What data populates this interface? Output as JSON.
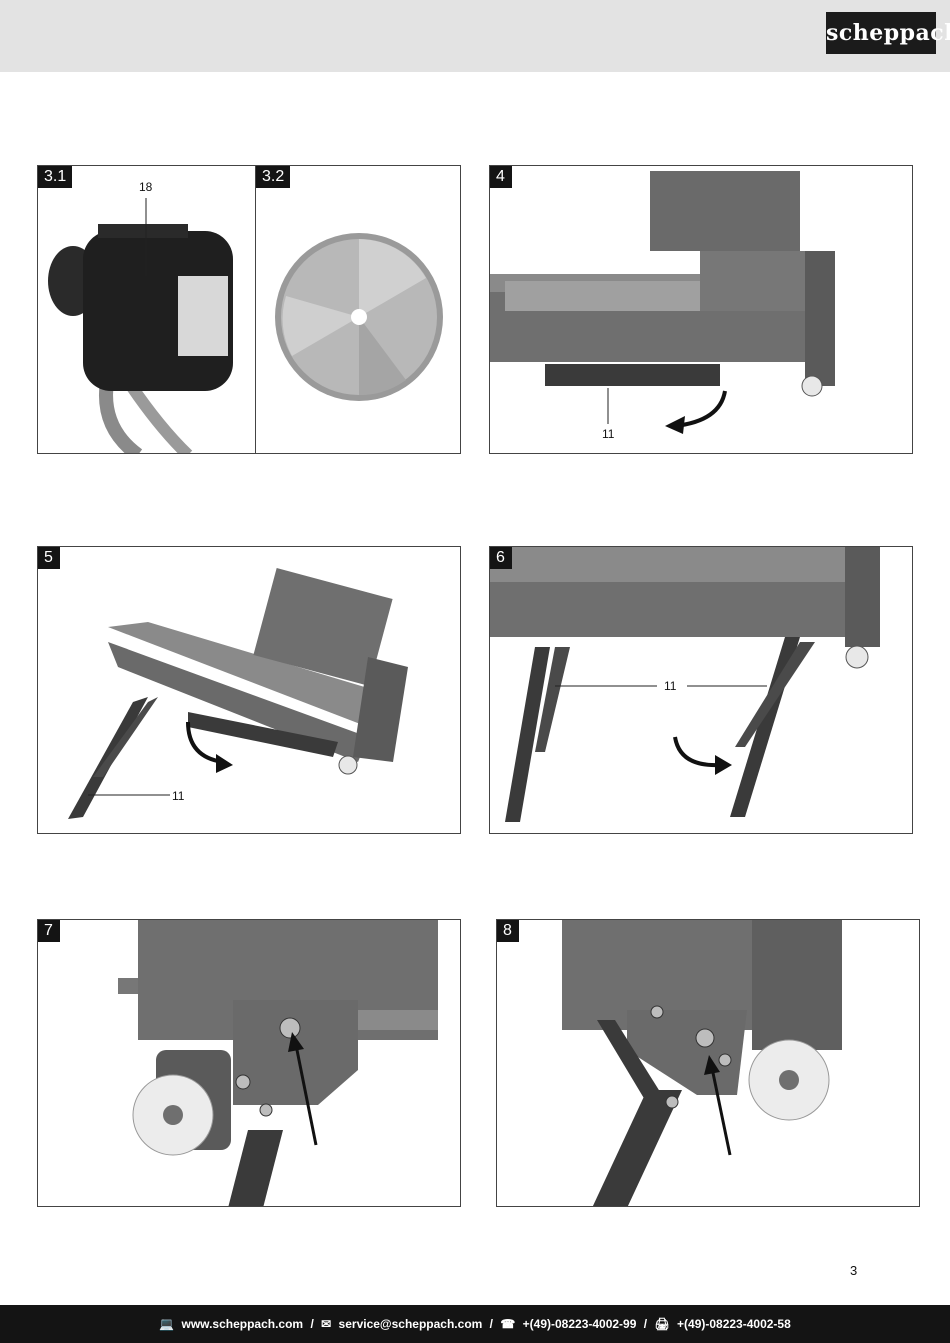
{
  "brand": "scheppach",
  "figures": [
    {
      "label": "3.1",
      "callout": "18"
    },
    {
      "label": "3.2"
    },
    {
      "label": "4",
      "callout": "11"
    },
    {
      "label": "5",
      "callout": "11"
    },
    {
      "label": "6",
      "callout": "11"
    },
    {
      "label": "7"
    },
    {
      "label": "8"
    }
  ],
  "page_number": "3",
  "footer": {
    "web": "www.scheppach.com",
    "email": "service@scheppach.com",
    "phone": "+(49)-08223-4002-99",
    "fax": "+(49)-08223-4002-58",
    "separator": "/"
  }
}
